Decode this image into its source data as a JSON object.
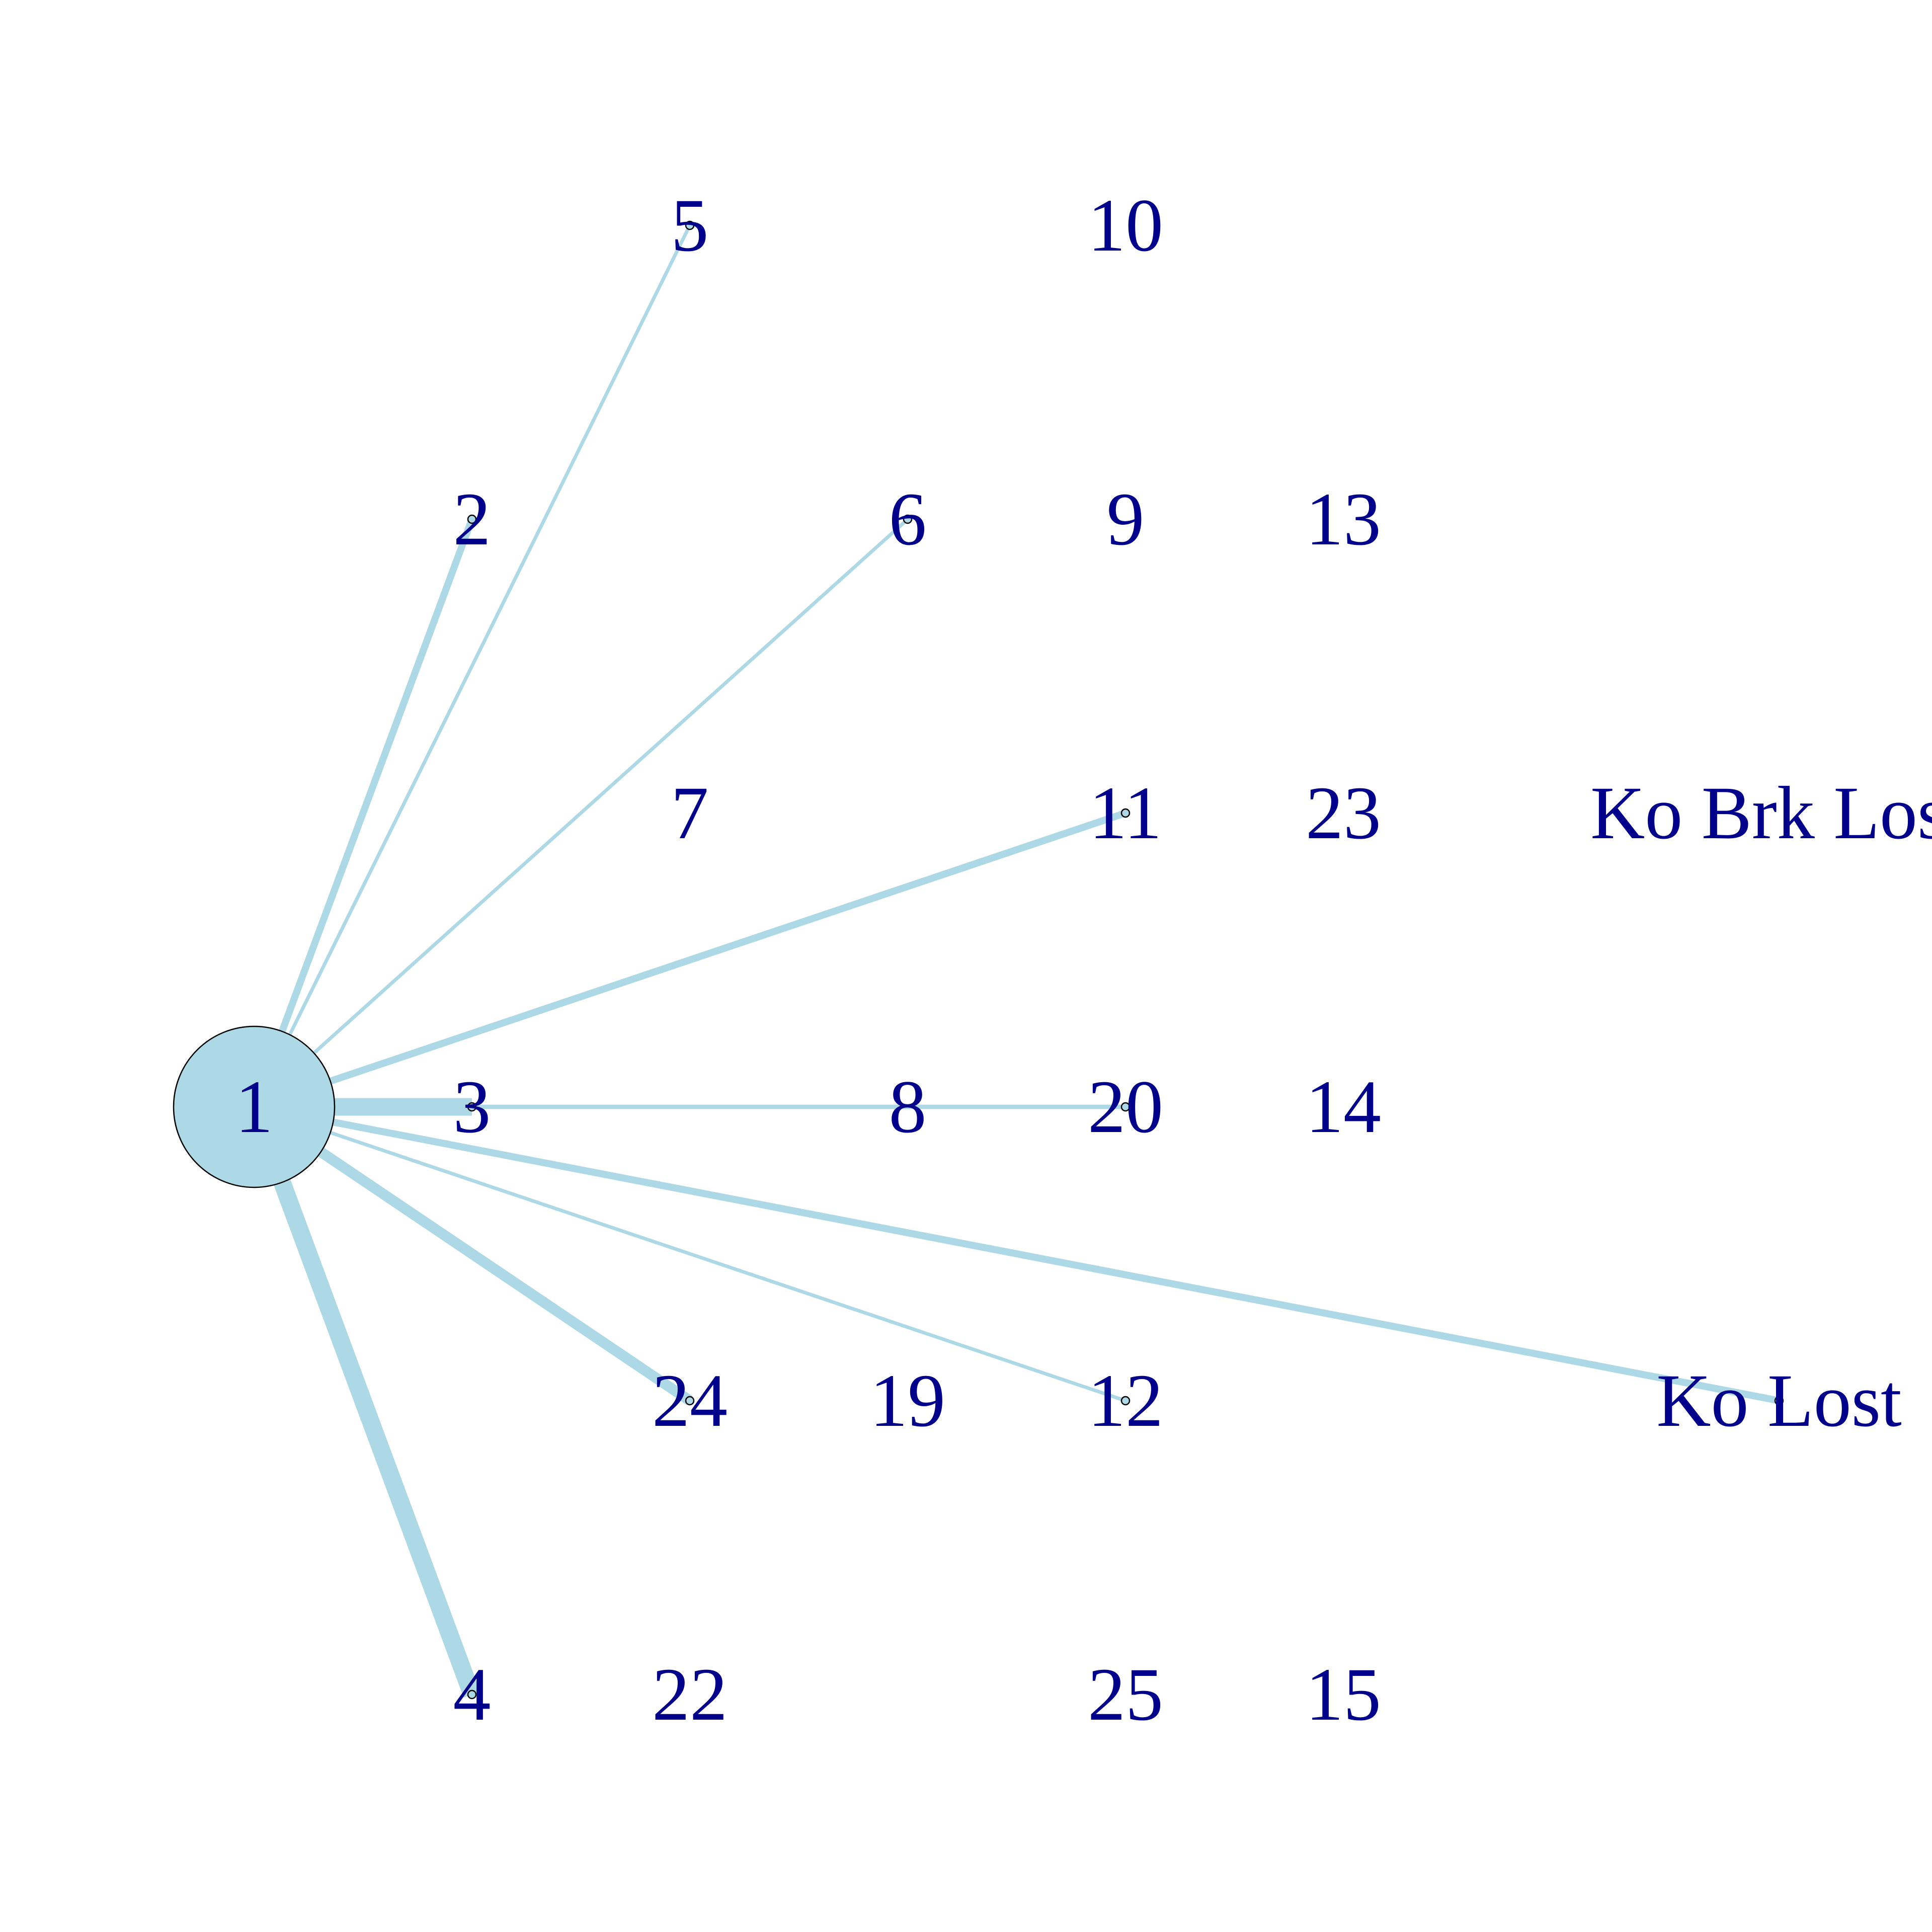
{
  "colors": {
    "edge": "#add8e6",
    "node_fill": "#add8e6",
    "node_stroke": "#000000",
    "label": "#00008b",
    "background": "#ffffff"
  },
  "nodes": [
    {
      "id": "1",
      "label": "1",
      "row": 4,
      "col": 0,
      "size": 1.0
    },
    {
      "id": "2",
      "label": "2",
      "row": 2,
      "col": 1,
      "size": 0.05
    },
    {
      "id": "3",
      "label": "3",
      "row": 4,
      "col": 1,
      "size": 0.05
    },
    {
      "id": "4",
      "label": "4",
      "row": 6,
      "col": 1,
      "size": 0.05
    },
    {
      "id": "5",
      "label": "5",
      "row": 1,
      "col": 2,
      "size": 0.05
    },
    {
      "id": "7",
      "label": "7",
      "row": 3,
      "col": 2,
      "size": 0
    },
    {
      "id": "24",
      "label": "24",
      "row": 5,
      "col": 2,
      "size": 0.05
    },
    {
      "id": "22",
      "label": "22",
      "row": 6,
      "col": 2,
      "size": 0
    },
    {
      "id": "6",
      "label": "6",
      "row": 2,
      "col": 3,
      "size": 0.05
    },
    {
      "id": "8",
      "label": "8",
      "row": 4,
      "col": 3,
      "size": 0
    },
    {
      "id": "19",
      "label": "19",
      "row": 5,
      "col": 3,
      "size": 0
    },
    {
      "id": "10",
      "label": "10",
      "row": 1,
      "col": 4,
      "size": 0
    },
    {
      "id": "9",
      "label": "9",
      "row": 2,
      "col": 4,
      "size": 0
    },
    {
      "id": "11",
      "label": "11",
      "row": 3,
      "col": 4,
      "size": 0.05
    },
    {
      "id": "20",
      "label": "20",
      "row": 4,
      "col": 4,
      "size": 0.05
    },
    {
      "id": "12",
      "label": "12",
      "row": 5,
      "col": 4,
      "size": 0.05
    },
    {
      "id": "25",
      "label": "25",
      "row": 6,
      "col": 4,
      "size": 0
    },
    {
      "id": "13",
      "label": "13",
      "row": 2,
      "col": 5,
      "size": 0
    },
    {
      "id": "23",
      "label": "23",
      "row": 3,
      "col": 5,
      "size": 0
    },
    {
      "id": "14",
      "label": "14",
      "row": 4,
      "col": 5,
      "size": 0
    },
    {
      "id": "15",
      "label": "15",
      "row": 6,
      "col": 5,
      "size": 0
    },
    {
      "id": "ko_brk_lost",
      "label": "Ko Brk Lost",
      "row": 3,
      "col": 7,
      "size": 0
    },
    {
      "id": "ko_lost",
      "label": "Ko Lost",
      "row": 5,
      "col": 7,
      "size": 0.05
    }
  ],
  "edges": [
    {
      "source": "1",
      "target": "2",
      "weight": 4
    },
    {
      "source": "1",
      "target": "5",
      "weight": 2
    },
    {
      "source": "1",
      "target": "6",
      "weight": 2
    },
    {
      "source": "1",
      "target": "11",
      "weight": 4
    },
    {
      "source": "1",
      "target": "3",
      "weight": 10
    },
    {
      "source": "1",
      "target": "20",
      "weight": 2.5
    },
    {
      "source": "1",
      "target": "ko_lost",
      "weight": 4
    },
    {
      "source": "1",
      "target": "12",
      "weight": 2
    },
    {
      "source": "1",
      "target": "24",
      "weight": 6
    },
    {
      "source": "1",
      "target": "4",
      "weight": 10
    }
  ]
}
